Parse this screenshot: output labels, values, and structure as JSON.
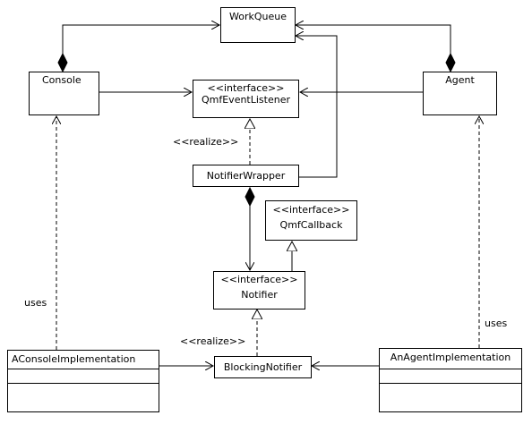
{
  "nodes": {
    "workqueue": "WorkQueue",
    "console": "Console",
    "agent": "Agent",
    "qmf_event_listener": {
      "stereotype": "<<interface>>",
      "name": "QmfEventListener"
    },
    "notifier_wrapper": "NotifierWrapper",
    "qmf_callback": {
      "stereotype": "<<interface>>",
      "name": "QmfCallback"
    },
    "notifier": {
      "stereotype": "<<interface>>",
      "name": "Notifier"
    },
    "aconsole_impl": "AConsoleImplementation",
    "blocking_notifier": "BlockingNotifier",
    "anagent_impl": "AnAgentImplementation"
  },
  "labels": {
    "realize_top": "<<realize>>",
    "realize_bottom": "<<realize>>",
    "uses_left": "uses",
    "uses_right": "uses"
  }
}
